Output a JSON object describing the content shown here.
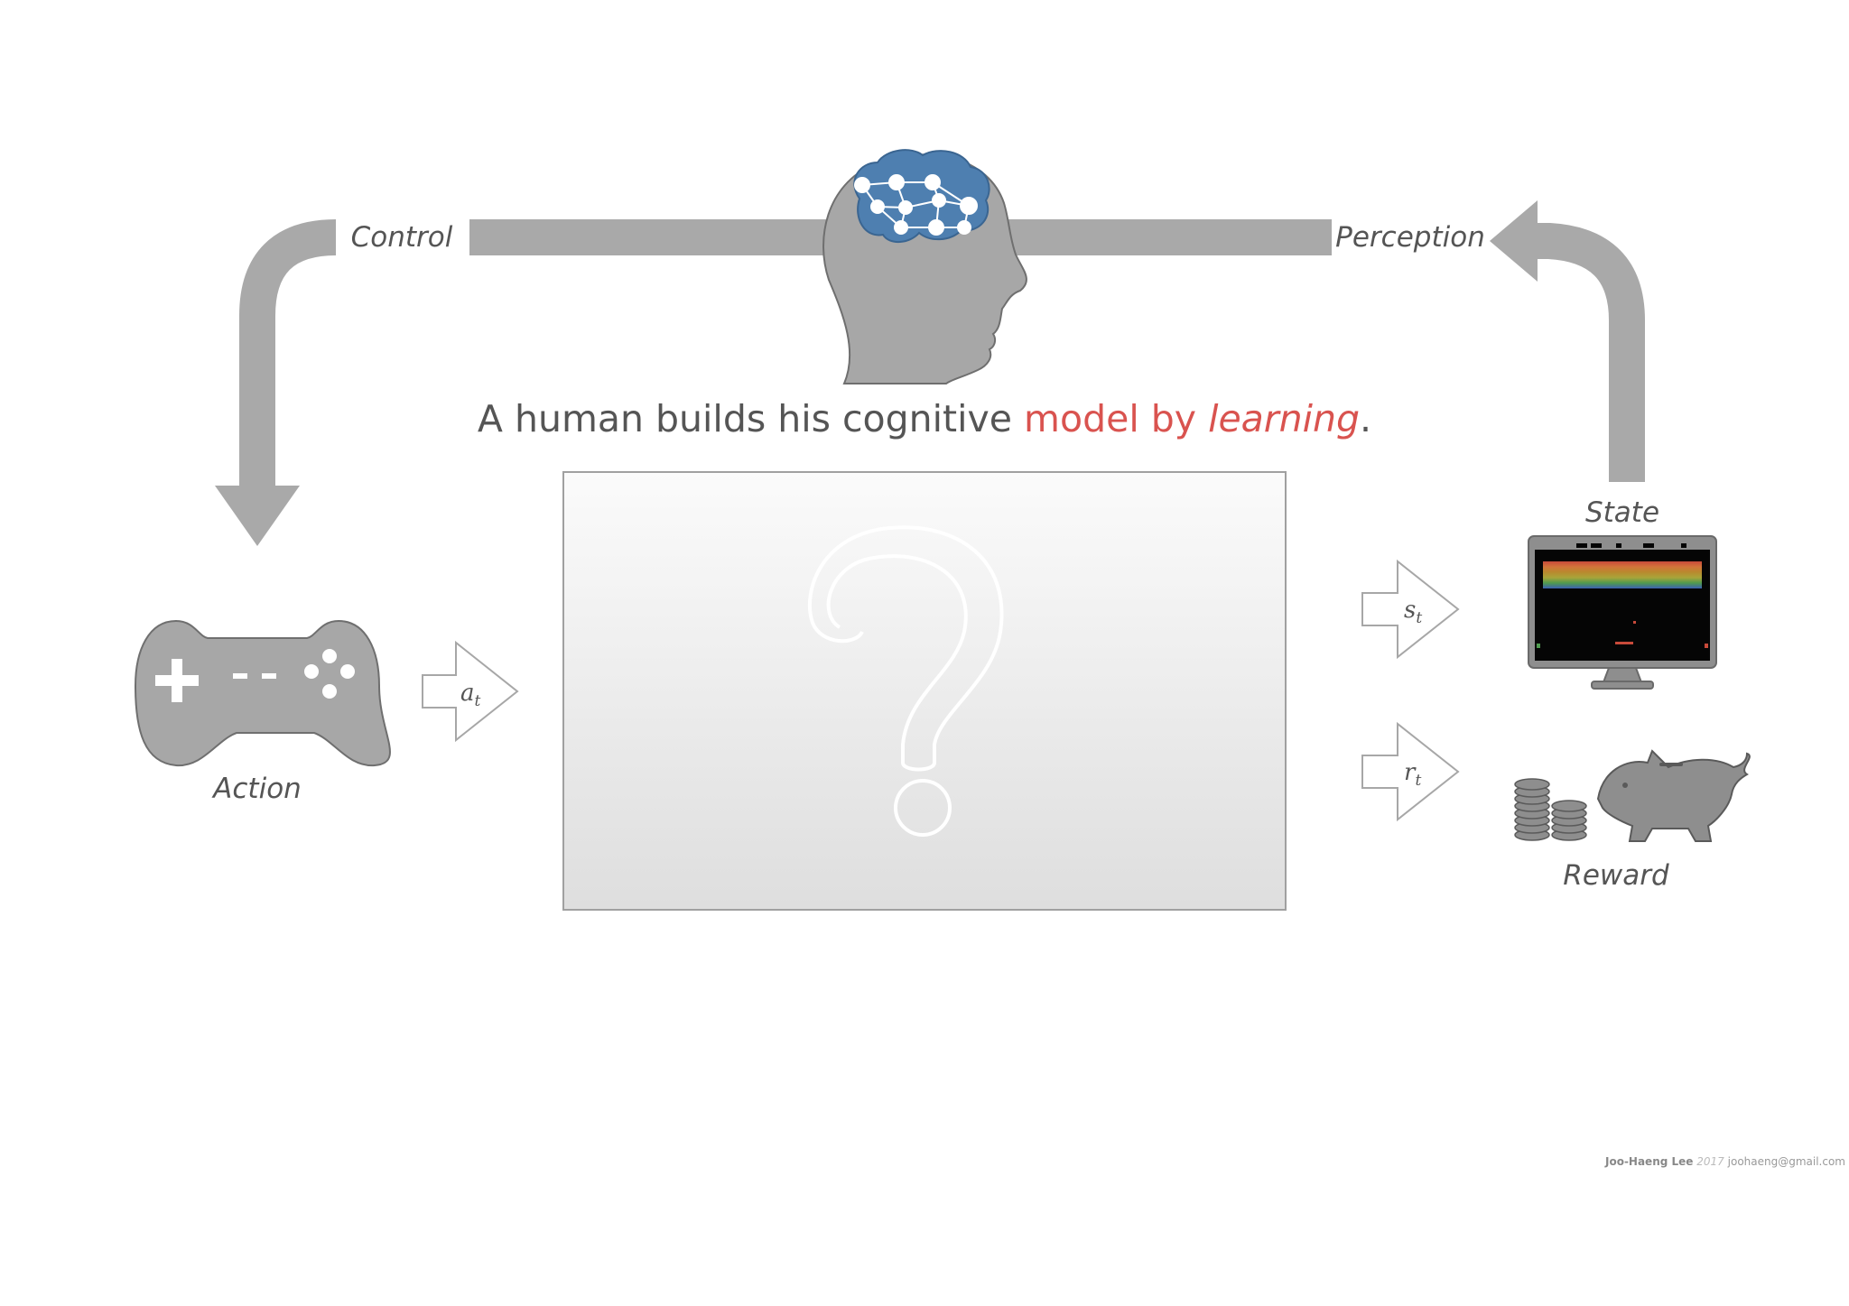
{
  "labels": {
    "control": "Control",
    "perception": "Perception",
    "state": "State",
    "action": "Action",
    "reward": "Reward"
  },
  "caption": {
    "plain": "A human builds his cognitive ",
    "highlight": "model by ",
    "highlight_italic": "learning",
    "period": "."
  },
  "arrows": {
    "action_symbol": "a",
    "state_symbol": "s",
    "reward_symbol": "r",
    "subscript": "t"
  },
  "footer": {
    "author": "Joo-Haeng Lee",
    "year": "2017",
    "email": "joohaeng@gmail.com"
  },
  "colors": {
    "gray": "#a9a9a9",
    "dark_gray": "#8e8e8e",
    "brain_blue": "#4e7fb0",
    "highlight_red": "#d9534f"
  }
}
